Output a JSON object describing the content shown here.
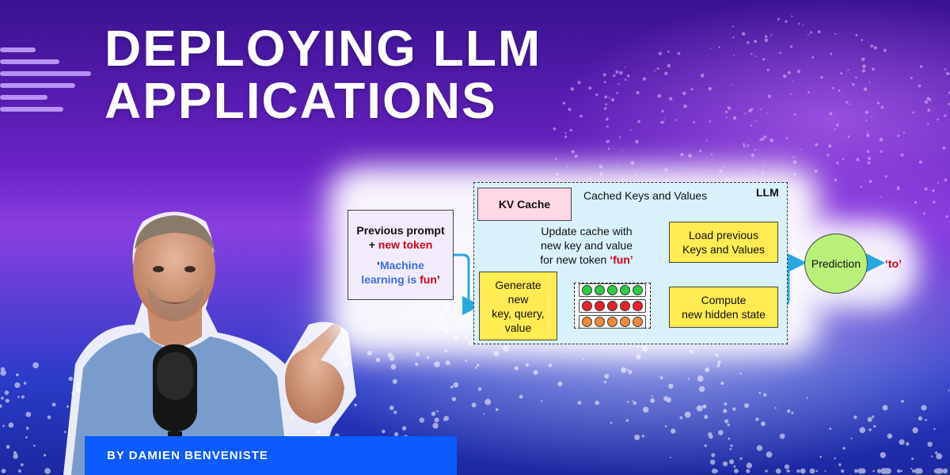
{
  "title": {
    "line1": "DEPLOYING LLM",
    "line2": "APPLICATIONS"
  },
  "byline": "BY DAMIEN BENVENISTE",
  "colors": {
    "bg_top": "#4a1d9e",
    "bg_mid": "#7a2fd0",
    "bg_bottom": "#2b2fb0",
    "byline": "#0b5bff",
    "accent_red": "#d0021b",
    "accent_blue": "#3b6fe0"
  },
  "diagram": {
    "panel_label": "LLM",
    "input_box": {
      "line1": "Previous prompt",
      "line2_prefix": "+ ",
      "line2_red": "new token",
      "quote_open": "‘",
      "quote_blue1": "Machine",
      "quote_blue2": "learning is ",
      "quote_red": "fun",
      "quote_close": "’"
    },
    "kv_cache": "KV Cache",
    "cached_label": "Cached Keys and Values",
    "update_label": {
      "line1": "Update cache with",
      "line2": "new key and value",
      "line3_prefix": "for new token ",
      "line3_red": "‘fun’"
    },
    "load_box": {
      "line1": "Load previous",
      "line2": "Keys and Values"
    },
    "generate_box": {
      "line1": "Generate",
      "line2": "new",
      "line3": "key, query,",
      "line4": "value"
    },
    "compute_box": {
      "line1": "Compute",
      "line2": "new hidden state"
    },
    "prediction": "Prediction",
    "output": "‘to’",
    "token_rows": [
      {
        "color": "#2ecc40",
        "count": 5
      },
      {
        "color": "#e8212b",
        "count": 5
      },
      {
        "color": "#f08a3c",
        "count": 5
      }
    ]
  },
  "icons": {
    "microphone": "microphone-icon",
    "presenter": "presenter-figure"
  }
}
